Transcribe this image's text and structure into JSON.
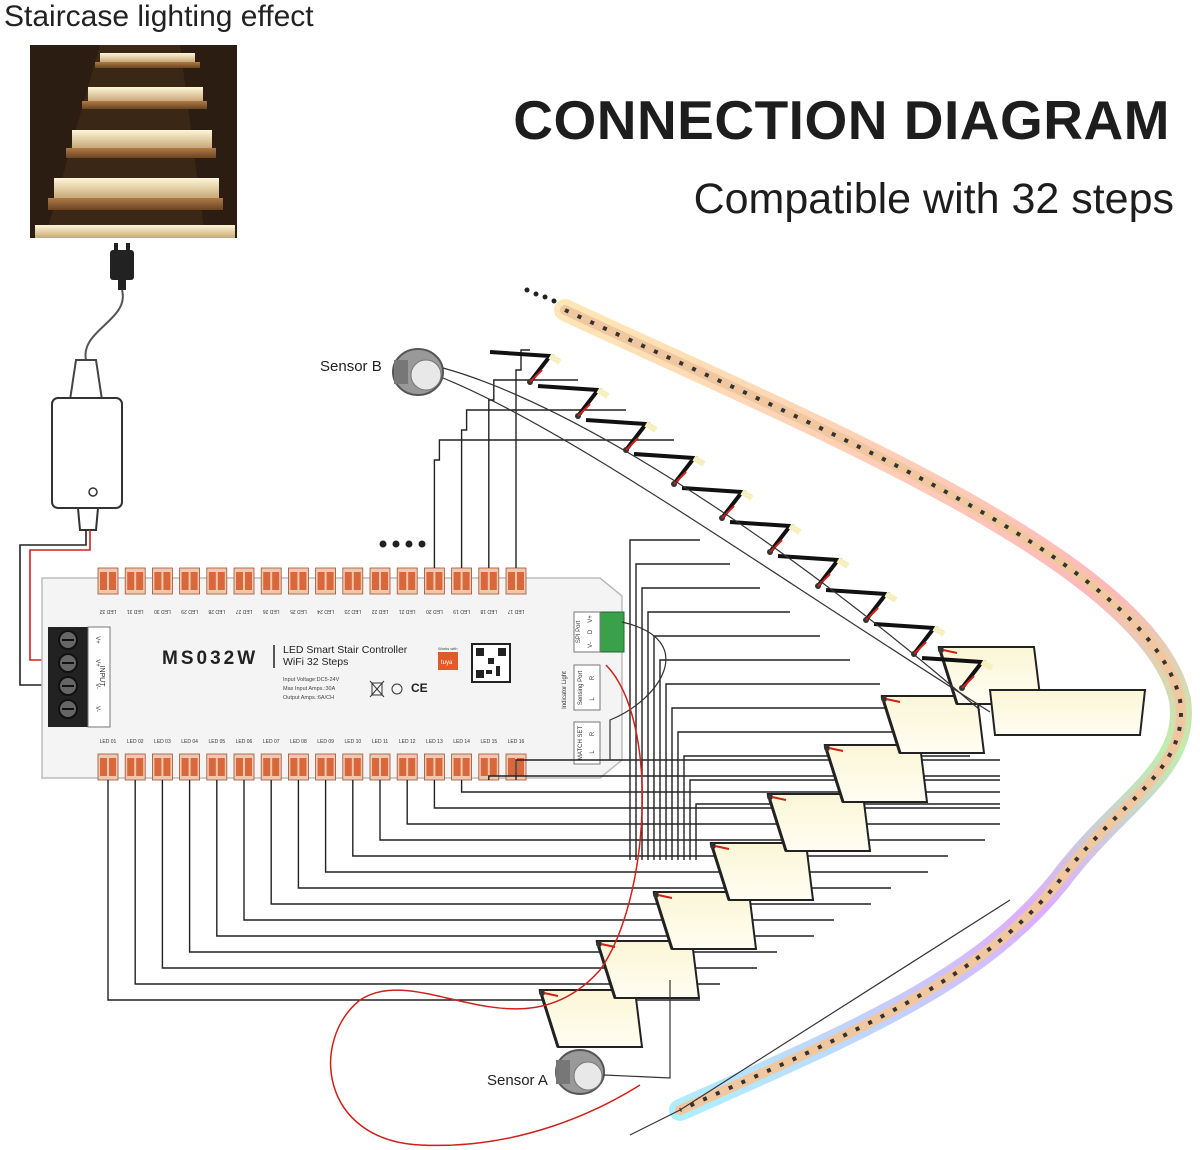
{
  "header": {
    "effect_label": "Staircase lighting effect",
    "title": "CONNECTION DIAGRAM",
    "subtitle": "Compatible with 32 steps"
  },
  "sensors": {
    "a_label": "Sensor A",
    "b_label": "Sensor B"
  },
  "controller": {
    "model": "MS032W",
    "name_line1": "LED Smart Stair Controller",
    "name_line2": "WiFi 32 Steps",
    "spec_voltage": "Input Voltage:DC5-24V",
    "spec_input": "Max Input Amps.:30A",
    "spec_output": "Output Amps.:6A/CH",
    "cert": "CE",
    "brand_small": "Works with",
    "brand": "tuya",
    "input_label": "INPUT",
    "input_pins": [
      "V+",
      "V+",
      "V-",
      "V-"
    ],
    "spi_label": "SPI Port",
    "spi_pins": [
      "V-",
      "D",
      "V+"
    ],
    "sensing_label": "Sensing Port",
    "sensing_pins": [
      "L",
      "R"
    ],
    "match_label": "MATCH SET",
    "match_pins": [
      "L",
      "R"
    ],
    "indicator_label": "Indicator Light",
    "bottom_leds": [
      "LED 01",
      "LED 02",
      "LED 03",
      "LED 04",
      "LED 05",
      "LED 06",
      "LED 07",
      "LED 08",
      "LED 09",
      "LED 10",
      "LED 11",
      "LED 12",
      "LED 13",
      "LED 14",
      "LED 15",
      "LED 16"
    ],
    "top_leds": [
      "LED 32",
      "LED 31",
      "LED 30",
      "LED 29",
      "LED 28",
      "LED 27",
      "LED 26",
      "LED 25",
      "LED 24",
      "LED 23",
      "LED 22",
      "LED 21",
      "LED 20",
      "LED 19",
      "LED 18",
      "LED 17"
    ]
  },
  "colors": {
    "wire": "#222222",
    "red_wire": "#d0201a",
    "step_glow": "#f6f0c0",
    "terminal": "#d8683a"
  }
}
